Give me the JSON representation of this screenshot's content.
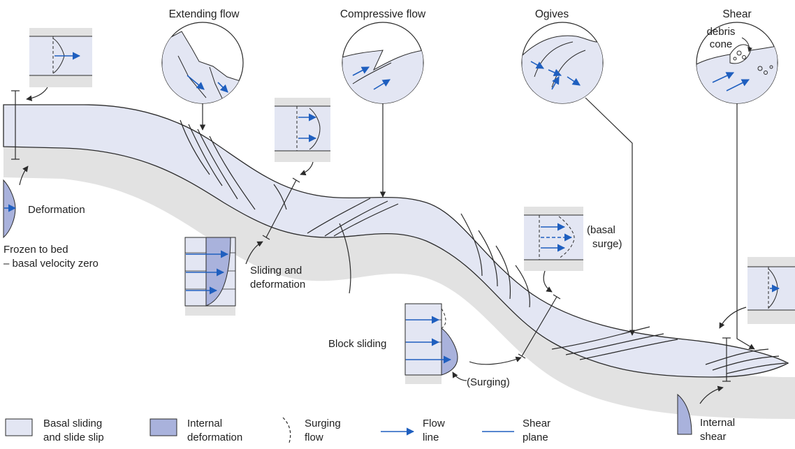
{
  "colors": {
    "ice_fill": "#e3e6f3",
    "bed_shadow": "#e2e2e2",
    "profile_fill": "#a9b2dc",
    "flow_arrow": "#1f5fbf",
    "outline": "#2a2a2a"
  },
  "titles": {
    "extending": "Extending flow",
    "compressive": "Compressive flow",
    "ogives": "Ogives",
    "shear": "Shear"
  },
  "labels": {
    "debris_line1": "debris",
    "debris_line2": "cone",
    "deformation": "Deformation",
    "frozen_line1": "Frozen to bed",
    "frozen_line2": "– basal velocity zero",
    "sliding_line1": "Sliding and",
    "sliding_line2": "deformation",
    "basal_line1": "(basal",
    "basal_line2": "surge)",
    "block_sliding": "Block sliding",
    "surging": "(Surging)"
  },
  "legend": {
    "basal_line1": "Basal sliding",
    "basal_line2": "and slide slip",
    "internal_line1": "Internal",
    "internal_line2": "deformation",
    "surging_line1": "Surging",
    "surging_line2": "flow",
    "flowline_line1": "Flow",
    "flowline_line2": "line",
    "shearplane_line1": "Shear",
    "shearplane_line2": "plane",
    "internalshear_line1": "Internal",
    "internalshear_line2": "shear"
  }
}
